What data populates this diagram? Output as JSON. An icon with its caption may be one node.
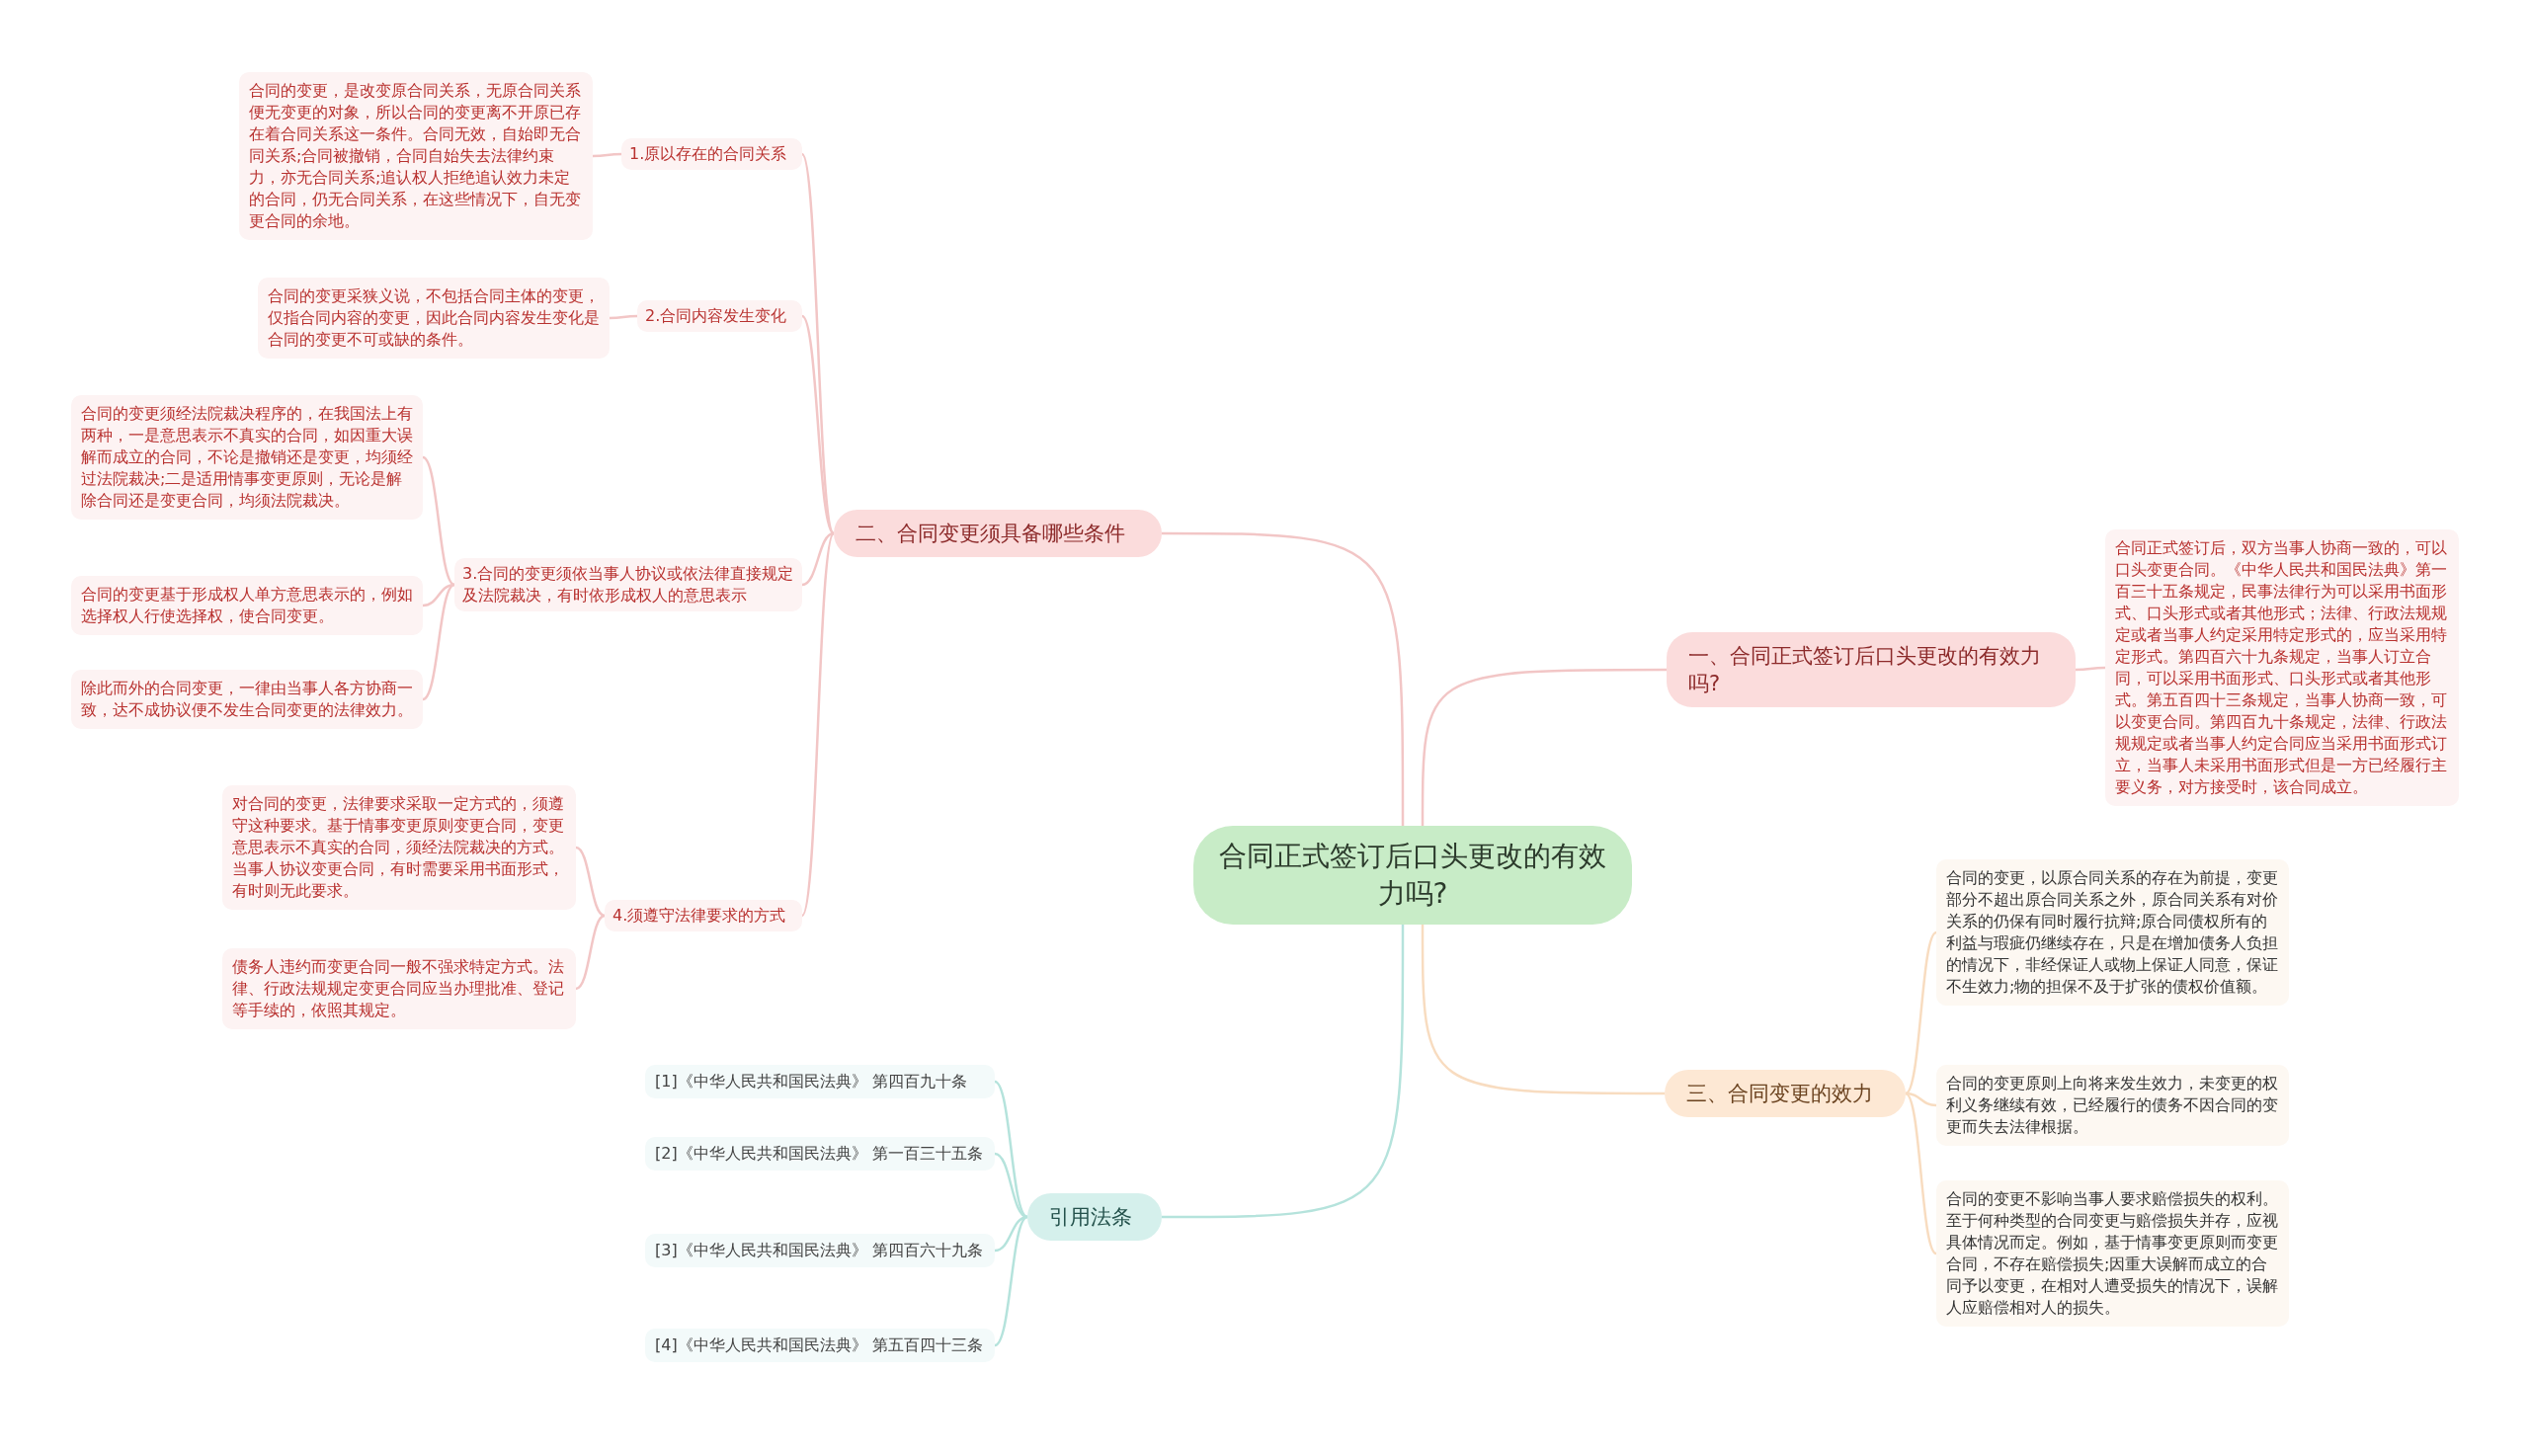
{
  "diagram": {
    "nodes": [
      {
        "text": [
          "合同正式签订后口头更改的有效力吗?"
        ]
      },
      {
        "text": [
          "二、合同变更须具备哪些条件"
        ]
      },
      {
        "text": [
          "1.原以存在的合同关系"
        ]
      },
      {
        "text": [
          "合同的变更，是改变原合同关系，无原合同关系便无变更的对象，所以合同的变更离不开原已存在着合同关系这一条件。合同无效，自始即无合同关系;合同被撤销，合同自始失去法律约束力，亦无合同关系;追认权人拒绝追认效力未定的合同，仍无合同关系，在这些情况下，自无变更合同的余地。"
        ]
      },
      {
        "text": [
          "2.合同内容发生变化"
        ]
      },
      {
        "text": [
          "合同的变更采狭义说，不包括合同主体的变更，仅指合同内容的变更，因此合同内容发生变化是合同的变更不可或缺的条件。"
        ]
      },
      {
        "text": [
          "3.合同的变更须依当事人协议或依法律直接规定及法院裁决，有时依形成权人的意思表示"
        ]
      },
      {
        "text": [
          "合同的变更须经法院裁决程序的，在我国法上有两种，一是意思表示不真实的合同，如因重大误解而成立的合同，不论是撤销还是变更，均须经过法院裁决;二是适用情事变更原则，无论是解除合同还是变更合同，均须法院裁决。"
        ]
      },
      {
        "text": [
          "合同的变更基于形成权人单方意思表示的，例如选择权人行使选择权，使合同变更。"
        ]
      },
      {
        "text": [
          "除此而外的合同变更，一律由当事人各方协商一致，达不成协议便不发生合同变更的法律效力。"
        ]
      },
      {
        "text": [
          "4.须遵守法律要求的方式"
        ]
      },
      {
        "text": [
          "对合同的变更，法律要求采取一定方式的，须遵守这种要求。基于情事变更原则变更合同，变更意思表示不真实的合同，须经法院裁决的方式。当事人协议变更合同，有时需要采用书面形式，有时则无此要求。"
        ]
      },
      {
        "text": [
          "债务人违约而变更合同一般不强求特定方式。法律、行政法规规定变更合同应当办理批准、登记等手续的，依照其规定。"
        ]
      },
      {
        "text": [
          "引用法条"
        ]
      },
      {
        "text": [
          "[1]《中华人民共和国民法典》 第四百九十条"
        ]
      },
      {
        "text": [
          "[2]《中华人民共和国民法典》 第一百三十五条"
        ]
      },
      {
        "text": [
          "[3]《中华人民共和国民法典》 第四百六十九条"
        ]
      },
      {
        "text": [
          "[4]《中华人民共和国民法典》 第五百四十三条"
        ]
      },
      {
        "text": [
          "一、合同正式签订后口头更改的有效力吗?"
        ]
      },
      {
        "text": [
          "合同正式签订后，双方当事人协商一致的，可以口头变更合同。《中华人民共和国民法典》第一百三十五条规定，民事法律行为可以采用书面形式、口头形式或者其他形式；法律、行政法规规定或者当事人约定采用特定形式的，应当采用特定形式。第四百六十九条规定，当事人订立合同，可以采用书面形式、口头形式或者其他形式。第五百四十三条规定，当事人协商一致，可以变更合同。第四百九十条规定，法律、行政法规规定或者当事人约定合同应当采用书面形式订立，当事人未采用书面形式但是一方已经履行主要义务，对方接受时，该合同成立。"
        ]
      },
      {
        "text": [
          "三、合同变更的效力"
        ]
      },
      {
        "text": [
          "合同的变更，以原合同关系的存在为前提，变更部分不超出原合同关系之外，原合同关系有对价关系的仍保有同时履行抗辩;原合同债权所有的利益与瑕疵仍继续存在，只是在增加债务人负担的情况下，非经保证人或物上保证人同意，保证不生效力;物的担保不及于扩张的债权价值额。"
        ]
      },
      {
        "text": [
          "合同的变更原则上向将来发生效力，未变更的权利义务继续有效，已经履行的债务不因合同的变更而失去法律根据。"
        ]
      },
      {
        "text": [
          "合同的变更不影响当事人要求赔偿损失的权利。至于何种类型的合同变更与赔偿损失并存，应视具体情况而定。例如，基于情事变更原则而变更合同，不存在赔偿损失;因重大误解而成立的合同予以变更，在相对人遭受损失的情况下，误解人应赔偿相对人的损失。"
        ]
      }
    ],
    "edges": [
      {
        "from": 0,
        "to": 1,
        "arrow": "none"
      },
      {
        "from": 1,
        "to": 2,
        "arrow": "none"
      },
      {
        "from": 2,
        "to": 3,
        "arrow": "none"
      },
      {
        "from": 1,
        "to": 4,
        "arrow": "none"
      },
      {
        "from": 4,
        "to": 5,
        "arrow": "none"
      },
      {
        "from": 1,
        "to": 6,
        "arrow": "none"
      },
      {
        "from": 6,
        "to": 7,
        "arrow": "none"
      },
      {
        "from": 6,
        "to": 8,
        "arrow": "none"
      },
      {
        "from": 6,
        "to": 9,
        "arrow": "none"
      },
      {
        "from": 1,
        "to": 10,
        "arrow": "none"
      },
      {
        "from": 10,
        "to": 11,
        "arrow": "none"
      },
      {
        "from": 10,
        "to": 12,
        "arrow": "none"
      },
      {
        "from": 0,
        "to": 13,
        "arrow": "none",
        "color": "#b5e3dc"
      },
      {
        "from": 13,
        "to": 14,
        "arrow": "none",
        "color": "#b5e3dc"
      },
      {
        "from": 13,
        "to": 15,
        "arrow": "none",
        "color": "#b5e3dc"
      },
      {
        "from": 13,
        "to": 16,
        "arrow": "none",
        "color": "#b5e3dc"
      },
      {
        "from": 13,
        "to": 17,
        "arrow": "none",
        "color": "#b5e3dc"
      },
      {
        "from": 0,
        "to": 18,
        "arrow": "none"
      },
      {
        "from": 18,
        "to": 19,
        "arrow": "none"
      },
      {
        "from": 0,
        "to": 20,
        "arrow": "none",
        "color": "#f8dcc0"
      },
      {
        "from": 20,
        "to": 21,
        "arrow": "none",
        "color": "#f8dcc0"
      },
      {
        "from": 20,
        "to": 22,
        "arrow": "none",
        "color": "#f8dcc0"
      },
      {
        "from": 20,
        "to": 23,
        "arrow": "none",
        "color": "#f8dcc0"
      }
    ]
  }
}
